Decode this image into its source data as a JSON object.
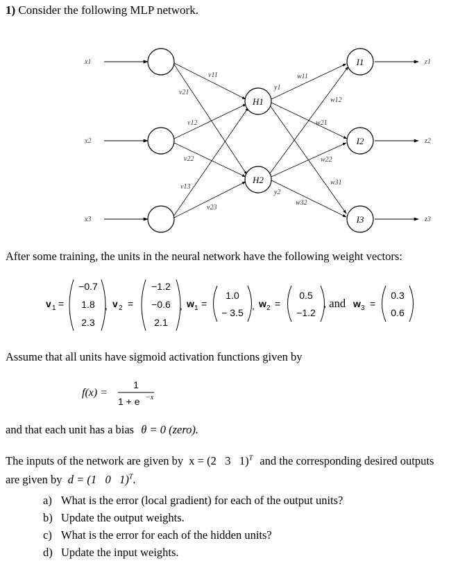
{
  "question": {
    "number": "1)",
    "title": "Consider the following MLP network."
  },
  "network": {
    "inputs": [
      "x1",
      "x2",
      "x3"
    ],
    "hidden": [
      "H1",
      "H2"
    ],
    "outputs_units": [
      "I1",
      "I2",
      "I3"
    ],
    "outputs": [
      "z1",
      "z2",
      "z3"
    ],
    "input_weight_labels": [
      "v11",
      "v21",
      "v12",
      "v22",
      "v13",
      "v23"
    ],
    "hidden_outputs": [
      "y1",
      "y2"
    ],
    "output_weight_labels": [
      "w11",
      "w12",
      "w21",
      "w22",
      "w31",
      "w32"
    ]
  },
  "after_training_text": "After some training, the units in the neural network have the following weight vectors:",
  "vectors": {
    "v1": {
      "name": "v",
      "sub": "1",
      "values": [
        "−0.7",
        "1.8",
        "2.3"
      ]
    },
    "v2": {
      "name": "v",
      "sub": "2",
      "values": [
        "−1.2",
        "−0.6",
        "2.1"
      ]
    },
    "w1": {
      "name": "w",
      "sub": "1",
      "values": [
        "1.0",
        "− 3.5"
      ]
    },
    "w2": {
      "name": "w",
      "sub": "2",
      "values": [
        "0.5",
        "−1.2"
      ]
    },
    "w3": {
      "name": "w",
      "sub": "3",
      "values": [
        "0.3",
        "0.6"
      ]
    },
    "and_text": ", and"
  },
  "sigmoid_text": "Assume that all units have sigmoid activation functions given by",
  "formula": {
    "lhs": "f(x) =",
    "numerator": "1",
    "denominator": "1 + e",
    "exponent": "−x"
  },
  "bias_text": "and that each unit has a bias",
  "bias_value": "θ = 0 (zero).",
  "inputs_text_1": "The inputs of the network are given by",
  "inputs_vector": "x = (2   3   1)",
  "inputs_text_2": "and the corresponding desired outputs",
  "outputs_text": "are given by",
  "outputs_vector": "d = (1   0   1)",
  "transpose": "T",
  "tasks": [
    {
      "label": "a)",
      "text": "What is the error (local gradient) for each of the output units?"
    },
    {
      "label": "b)",
      "text": "Update the output weights."
    },
    {
      "label": "c)",
      "text": "What is the error for each of the hidden units?"
    },
    {
      "label": "d)",
      "text": "Update the input weights."
    }
  ]
}
